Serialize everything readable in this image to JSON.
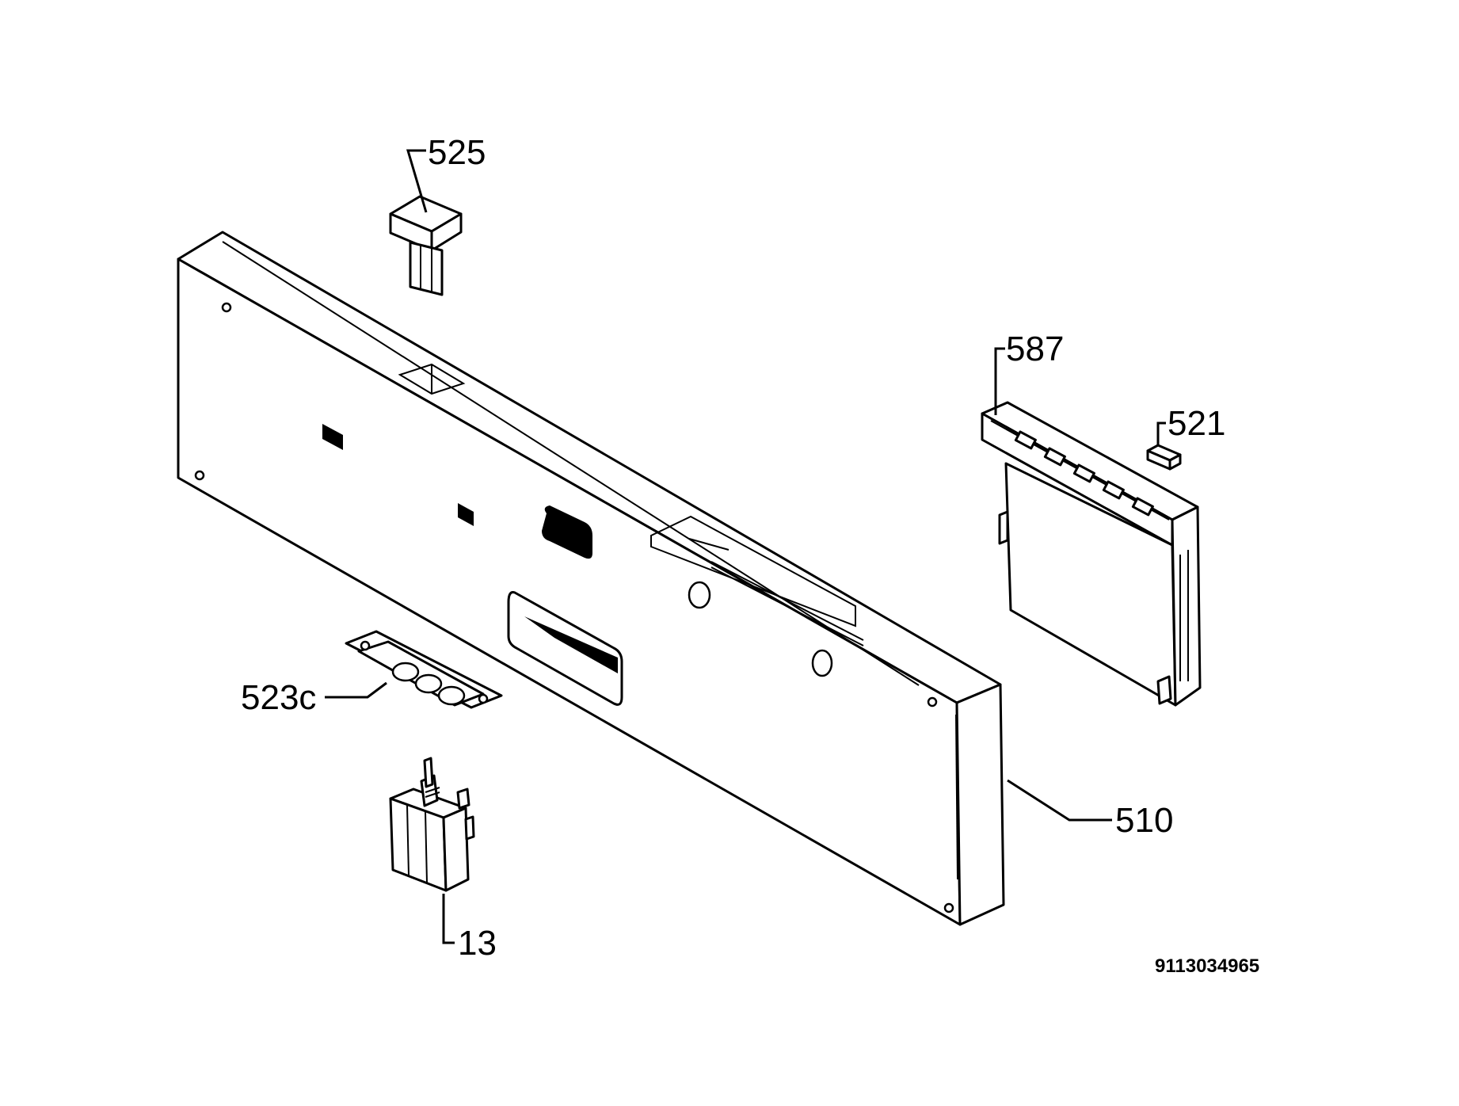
{
  "diagram": {
    "labels": {
      "p525": "525",
      "p587": "587",
      "p521": "521",
      "p523c": "523c",
      "p510": "510",
      "p13": "13"
    },
    "drawing_code": "9113034965"
  }
}
